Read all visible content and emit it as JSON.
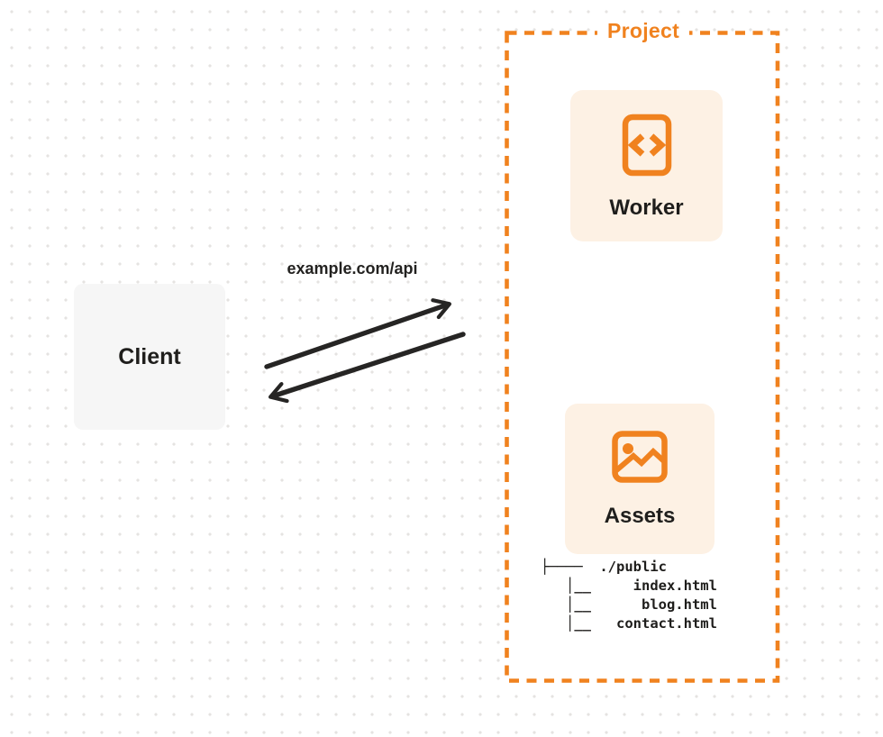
{
  "diagram": {
    "client_box": {
      "label": "Client"
    },
    "request_label": "example.com/api",
    "project_box": {
      "label": "Project",
      "worker_card": {
        "label": "Worker",
        "icon": "code-file-icon"
      },
      "assets_card": {
        "label": "Assets",
        "icon": "image-icon"
      },
      "file_tree": {
        "lines": [
          "├────  ./public",
          "   │__     index.html",
          "   │__      blog.html",
          "   │__   contact.html"
        ]
      }
    },
    "colors": {
      "accent_orange": "#F0821F",
      "card_background": "#FDF1E4",
      "client_background": "#F6F6F6",
      "arrow_color": "#262524",
      "text_color": "#1F1E1C",
      "dot_grid": "#E5E3E1"
    }
  }
}
